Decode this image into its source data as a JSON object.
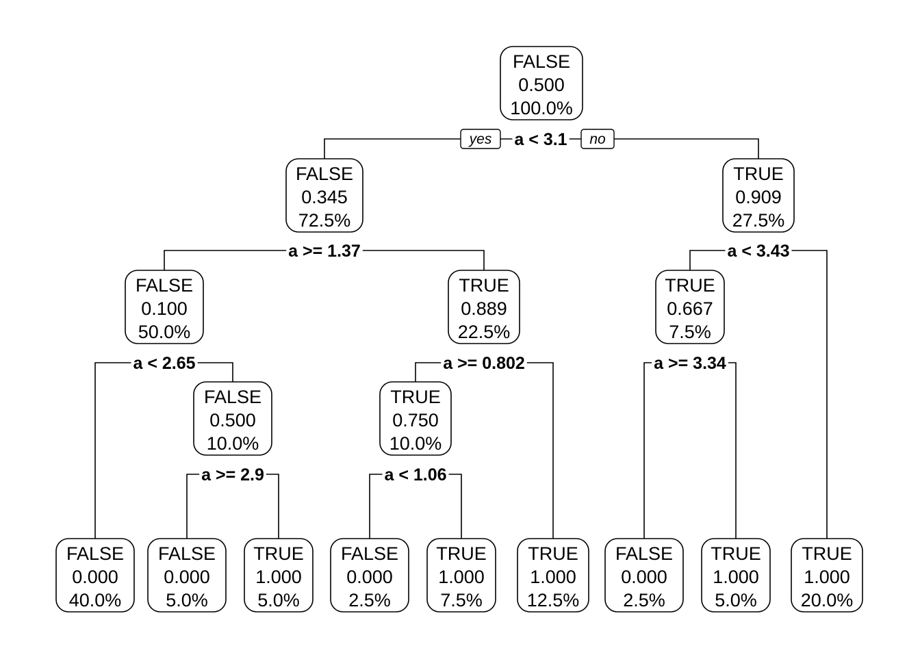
{
  "tree": {
    "nodes": [
      {
        "id": "n1",
        "cls": "FALSE",
        "prob": "0.500",
        "pct": "100.0%"
      },
      {
        "id": "n2",
        "cls": "FALSE",
        "prob": "0.345",
        "pct": "72.5%"
      },
      {
        "id": "n3",
        "cls": "TRUE",
        "prob": "0.909",
        "pct": "27.5%"
      },
      {
        "id": "n4",
        "cls": "FALSE",
        "prob": "0.100",
        "pct": "50.0%"
      },
      {
        "id": "n5",
        "cls": "TRUE",
        "prob": "0.889",
        "pct": "22.5%"
      },
      {
        "id": "n6",
        "cls": "TRUE",
        "prob": "0.667",
        "pct": "7.5%"
      },
      {
        "id": "n7",
        "cls": "FALSE",
        "prob": "0.500",
        "pct": "10.0%"
      },
      {
        "id": "n8",
        "cls": "TRUE",
        "prob": "0.750",
        "pct": "10.0%"
      },
      {
        "id": "l1",
        "cls": "FALSE",
        "prob": "0.000",
        "pct": "40.0%"
      },
      {
        "id": "l2",
        "cls": "FALSE",
        "prob": "0.000",
        "pct": "5.0%"
      },
      {
        "id": "l3",
        "cls": "TRUE",
        "prob": "1.000",
        "pct": "5.0%"
      },
      {
        "id": "l4",
        "cls": "FALSE",
        "prob": "0.000",
        "pct": "2.5%"
      },
      {
        "id": "l5",
        "cls": "TRUE",
        "prob": "1.000",
        "pct": "7.5%"
      },
      {
        "id": "l6",
        "cls": "TRUE",
        "prob": "1.000",
        "pct": "12.5%"
      },
      {
        "id": "l7",
        "cls": "FALSE",
        "prob": "0.000",
        "pct": "2.5%"
      },
      {
        "id": "l8",
        "cls": "TRUE",
        "prob": "1.000",
        "pct": "5.0%"
      },
      {
        "id": "l9",
        "cls": "TRUE",
        "prob": "1.000",
        "pct": "20.0%"
      }
    ],
    "splits": [
      {
        "parent": "n1",
        "label": "a < 3.1",
        "left": "n2",
        "right": "n3"
      },
      {
        "parent": "n2",
        "label": "a >= 1.37",
        "left": "n4",
        "right": "n5"
      },
      {
        "parent": "n3",
        "label": "a < 3.43",
        "left": "n6",
        "right": "l9"
      },
      {
        "parent": "n4",
        "label": "a < 2.65",
        "left": "l1",
        "right": "n7"
      },
      {
        "parent": "n5",
        "label": "a >= 0.802",
        "left": "n8",
        "right": "l6"
      },
      {
        "parent": "n6",
        "label": "a >= 3.34",
        "left": "l7",
        "right": "l8"
      },
      {
        "parent": "n7",
        "label": "a >= 2.9",
        "left": "l2",
        "right": "l3"
      },
      {
        "parent": "n8",
        "label": "a < 1.06",
        "left": "l4",
        "right": "l5"
      }
    ],
    "yes_label": "yes",
    "no_label": "no"
  }
}
